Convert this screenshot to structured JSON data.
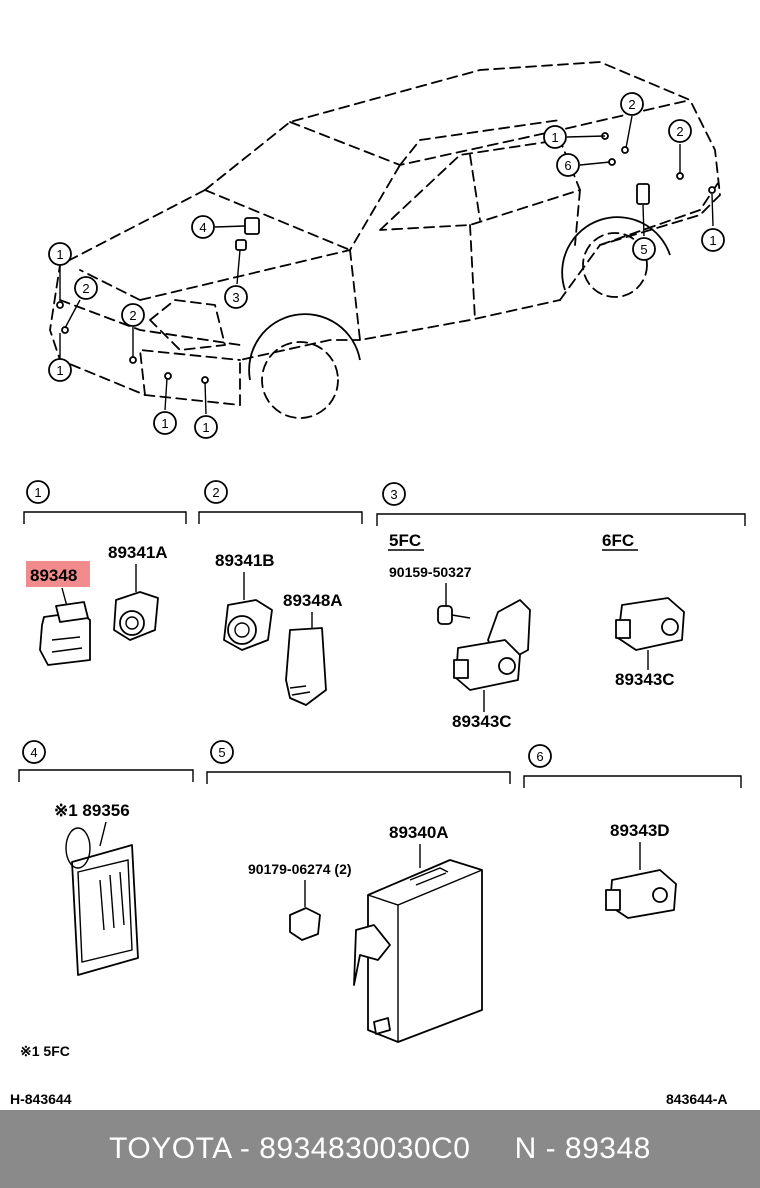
{
  "header": {
    "left_code": "H-843644",
    "right_code": "843644-A"
  },
  "car_callouts": [
    "1",
    "2",
    "3",
    "4",
    "5",
    "6"
  ],
  "sections": [
    {
      "id": "1",
      "parts": [
        "89348",
        "89341A"
      ]
    },
    {
      "id": "2",
      "parts": [
        "89341B",
        "89348A"
      ]
    },
    {
      "id": "3",
      "variants": [
        "5FC",
        "6FC"
      ],
      "parts": [
        "90159-50327",
        "89343C",
        "89343C"
      ]
    },
    {
      "id": "4",
      "parts": [
        "※1 89356"
      ],
      "note": "※1  5FC"
    },
    {
      "id": "5",
      "parts": [
        "90179-06274 (2)",
        "89340A"
      ]
    },
    {
      "id": "6",
      "parts": [
        "89343D"
      ]
    }
  ],
  "highlight": {
    "part": "89348",
    "color": "#f28b8b"
  },
  "footer": {
    "brand": "TOYOTA",
    "part_number": "8934830030C0",
    "ref": "N - 89348",
    "text": "TOYOTA - 8934830030C0     N - 89348"
  },
  "colors": {
    "footer_bg": "#8a8a8a",
    "footer_text": "#ffffff"
  }
}
